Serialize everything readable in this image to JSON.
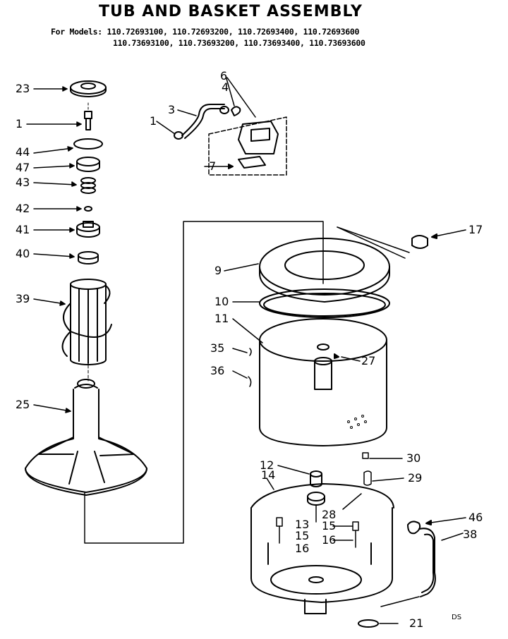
{
  "diagram": {
    "title": "TUB AND BASKET ASSEMBLY",
    "models_line1": "For Models: 110.72693100, 110.72693200, 110.72693400, 110.72693600",
    "models_line2": "110.73693100, 110.73693200, 110.73693400, 110.73693600",
    "footer_code": "DS",
    "part_labels": [
      "23",
      "1",
      "44",
      "47",
      "43",
      "42",
      "41",
      "40",
      "39",
      "25",
      "6",
      "4",
      "3",
      "1",
      "7",
      "17",
      "9",
      "10",
      "11",
      "35",
      "27",
      "36",
      "30",
      "12",
      "14",
      "29",
      "28",
      "13",
      "15",
      "15",
      "16",
      "16",
      "46",
      "38",
      "21"
    ]
  }
}
